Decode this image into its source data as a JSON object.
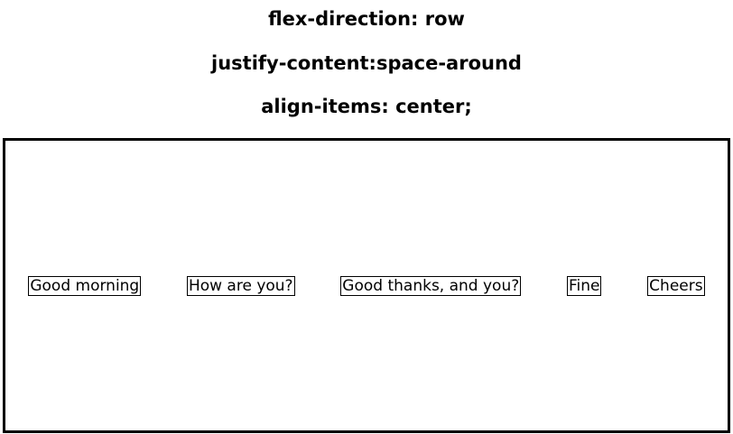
{
  "headings": [
    "flex-direction: row",
    "justify-content:space-around",
    "align-items: center;"
  ],
  "items": [
    "Good morning",
    "How are you?",
    "Good thanks, and you?",
    "Fine",
    "Cheers"
  ]
}
